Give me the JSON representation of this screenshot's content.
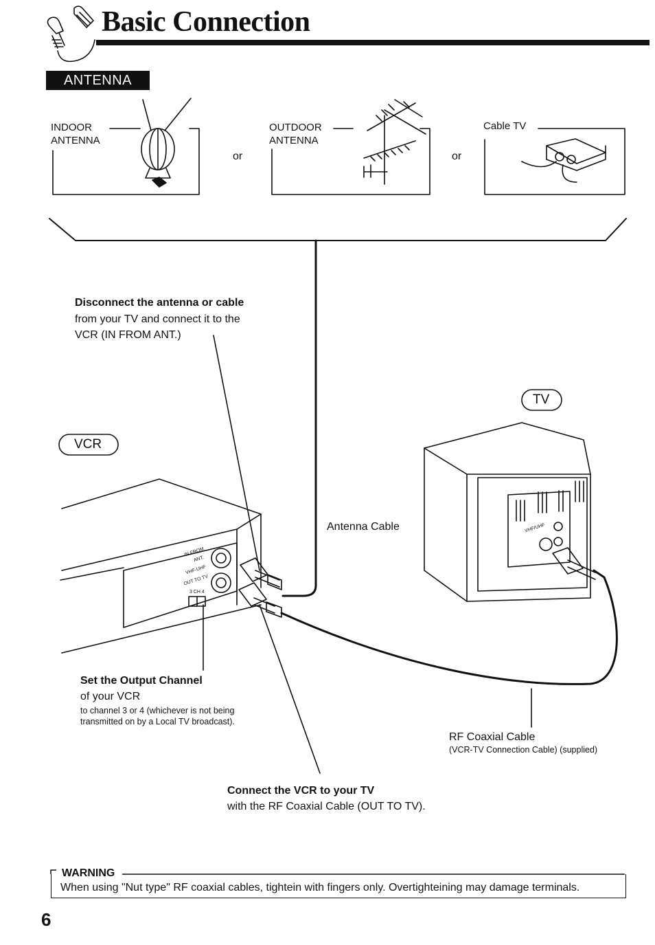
{
  "header": {
    "title": "Basic Connection",
    "section_tag": "ANTENNA"
  },
  "antenna_options": {
    "indoor_line1": "INDOOR",
    "indoor_line2": "ANTENNA",
    "or1": "or",
    "outdoor_line1": "OUTDOOR",
    "outdoor_line2": "ANTENNA",
    "or2": "or",
    "cable_tv": "Cable TV"
  },
  "step_disconnect": {
    "heading": "Disconnect the antenna or cable",
    "line1": "from your TV and connect it to the",
    "line2": "VCR (IN FROM ANT.)"
  },
  "devices": {
    "vcr": "VCR",
    "tv": "TV"
  },
  "vcr_terminals": {
    "in_from_ant_1": "IN FROM",
    "in_from_ant_2": "ANT.",
    "vhf_uhf_1": "VHF-UHF",
    "out_to_tv": "OUT TO TV",
    "ch_switch": "3 CH 4"
  },
  "tv_terminal": "VHF/UHF",
  "antenna_cable_label": "Antenna Cable",
  "step_output": {
    "heading": "Set the Output Channel",
    "line1": "of your VCR",
    "note1": "to channel 3 or 4 (whichever is not being",
    "note2": "transmitted on by a Local TV broadcast)."
  },
  "rf_cable": {
    "label": "RF Coaxial Cable",
    "note": "(VCR-TV Connection Cable) (supplied)"
  },
  "step_connect": {
    "heading": "Connect the VCR to your TV",
    "line1": "with the RF Coaxial Cable (OUT TO TV)."
  },
  "warning": {
    "title": "WARNING",
    "text": "When using \"Nut type\" RF coaxial cables, tightein with fingers only. Overtighteining may damage terminals."
  },
  "page_number": "6"
}
